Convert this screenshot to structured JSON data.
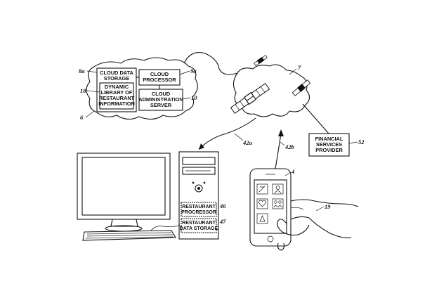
{
  "cloud_system": {
    "ref_cloud": "6",
    "storage": {
      "ref": "8a",
      "line1": "CLOUD DATA",
      "line2": "STORAGE"
    },
    "library": {
      "ref": "18",
      "line1": "DYNAMIC",
      "line2": "LIBRARY OF",
      "line3": "RESTAURANT",
      "line4": "INFORMATION"
    },
    "processor": {
      "ref": "9a",
      "line1": "CLOUD",
      "line2": "PROCESSOR"
    },
    "admin": {
      "ref": "10",
      "line1": "CLOUD",
      "line2": "ADMINISTRATION",
      "line3": "SERVER"
    }
  },
  "network": {
    "ref": "7"
  },
  "financial": {
    "ref": "52",
    "line1": "FINANCIAL",
    "line2": "SERVICES",
    "line3": "PROVIDER"
  },
  "links": {
    "computer_link": "42a",
    "phone_link": "42b"
  },
  "computer": {
    "processor": {
      "ref": "46",
      "line1": "RESTAURANT",
      "line2": "PROCRESSOR"
    },
    "storage": {
      "ref": "47",
      "line1": "RESTAURANT",
      "line2": "DATA STORAGE"
    }
  },
  "phone": {
    "ref": "4"
  },
  "hand": {
    "ref": "19"
  }
}
